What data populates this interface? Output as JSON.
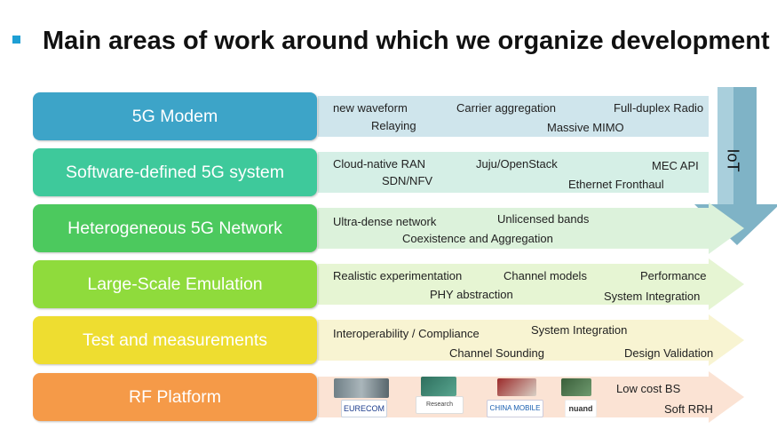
{
  "slide": {
    "title": "Main areas of work around which we organize development",
    "iot_label": "IoT",
    "rows": [
      {
        "label": "5G Modem",
        "box_color": "#3da4c8",
        "strip_color": "#cfe5ec",
        "items": [
          "new waveform",
          "Carrier aggregation",
          "Full-duplex Radio",
          "Relaying",
          "Massive MIMO"
        ]
      },
      {
        "label": "Software-defined 5G system",
        "box_color": "#3ec99b",
        "strip_color": "#d5efe6",
        "items": [
          "Cloud-native RAN",
          "Juju/OpenStack",
          "MEC API",
          "SDN/NFV",
          "Ethernet Fronthaul"
        ]
      },
      {
        "label": "Heterogeneous 5G Network",
        "box_color": "#4cc95e",
        "strip_color": "#dcf2db",
        "items": [
          "Ultra-dense network",
          "Unlicensed bands",
          "Coexistence  and Aggregation"
        ]
      },
      {
        "label": "Large-Scale Emulation",
        "box_color": "#8fdb3c",
        "strip_color": "#e6f5d3",
        "items": [
          "Realistic experimentation",
          "Channel models",
          "Performance",
          "PHY abstraction",
          "System Integration"
        ]
      },
      {
        "label": "Test and measurements",
        "box_color": "#eedd30",
        "strip_color": "#f8f4d2",
        "items": [
          "Interoperability / Compliance",
          "System Integration",
          "Channel Sounding",
          "Design Validation"
        ]
      },
      {
        "label": "RF Platform",
        "box_color": "#f59a48",
        "strip_color": "#fbe3d4",
        "items": [
          "Low cost BS",
          "Soft RRH"
        ],
        "logos": [
          "EURECOM",
          "Research",
          "CHINA MOBILE",
          "nuand"
        ]
      }
    ]
  }
}
